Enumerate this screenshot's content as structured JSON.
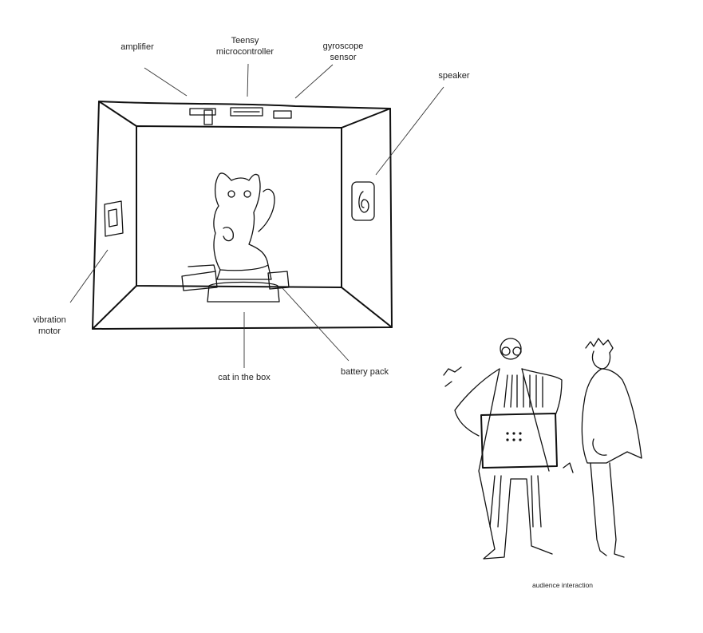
{
  "labels": {
    "amplifier": "amplifier",
    "teensy": "Teensy\nmicrocontroller",
    "gyroscope": "gyroscope\nsensor",
    "speaker": "speaker",
    "vibration_motor": "vibration\nmotor",
    "cat_in_box": "cat in the box",
    "battery_pack": "battery pack",
    "audience_interaction": "audience interaction"
  }
}
